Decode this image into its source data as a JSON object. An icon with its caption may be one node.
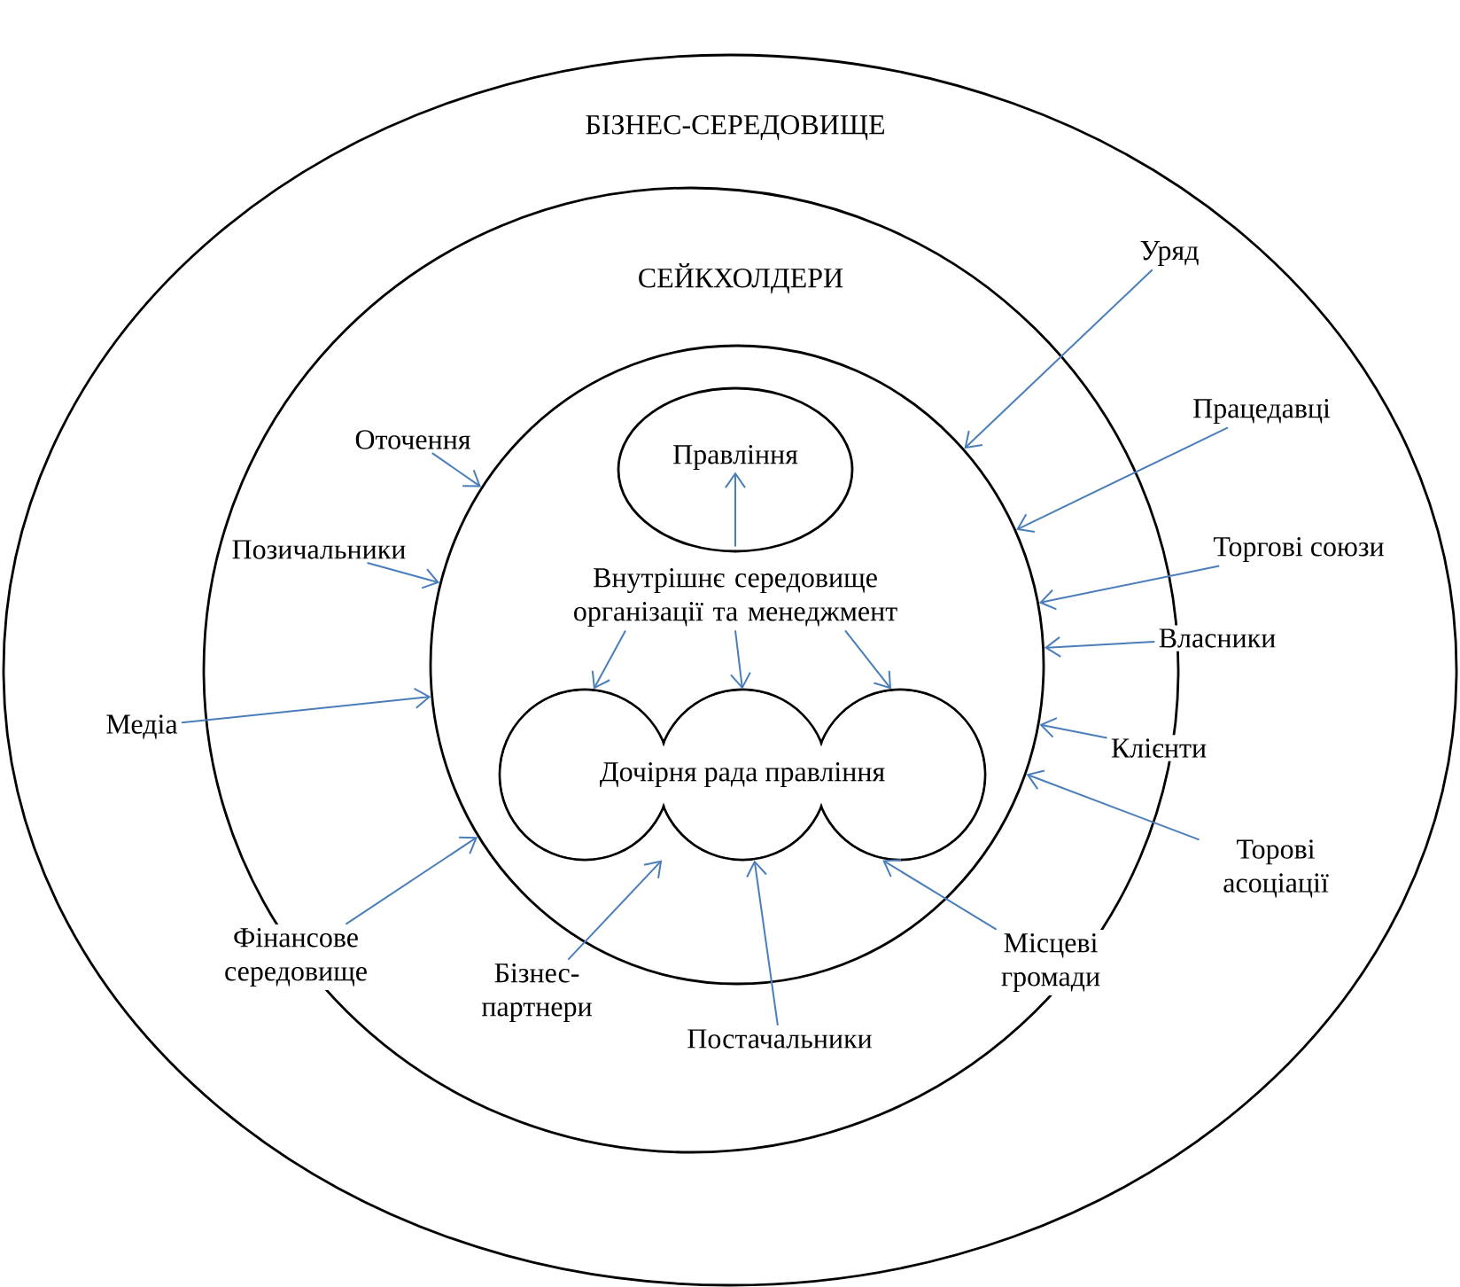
{
  "diagram": {
    "nodes": [
      {
        "text": [
          "БІЗНЕС-СЕРЕДОВИЩЕ"
        ]
      },
      {
        "text": [
          "СЕЙКХОЛДЕРИ"
        ],
        "in": 0
      },
      {
        "text": [],
        "shape": "circle",
        "in": 1
      },
      {
        "text": [
          "Правління"
        ],
        "in": 2
      },
      {
        "text": [
          "Внутрішнє середовище організації та менеджмент"
        ],
        "in": 2
      },
      {
        "text": [
          "Дочірня рада правління"
        ],
        "in": 2
      },
      {
        "text": [
          "Уряд"
        ],
        "in": 0
      },
      {
        "text": [
          "Працедавці"
        ],
        "in": 0
      },
      {
        "text": [
          "Торгові союзи"
        ],
        "in": 0
      },
      {
        "text": [
          "Власники"
        ],
        "in": 0
      },
      {
        "text": [
          "Клієнти"
        ],
        "in": 0
      },
      {
        "text": [
          "Торові асоціації"
        ],
        "in": 0
      },
      {
        "text": [
          "Місцеві громади"
        ],
        "in": 1
      },
      {
        "text": [
          "Постачальники"
        ],
        "in": 1
      },
      {
        "text": [
          "Бізнес-партнери"
        ],
        "in": 1
      },
      {
        "text": [
          "Фінансове середовище"
        ],
        "in": 0
      },
      {
        "text": [
          "Медіа"
        ],
        "in": 0
      },
      {
        "text": [
          "Позичальники"
        ],
        "in": 1
      },
      {
        "text": [
          "Оточення"
        ],
        "in": 1
      }
    ],
    "edges": [
      {
        "from": 4,
        "to": 3,
        "arrow": "to"
      },
      {
        "from": 4,
        "to": 5,
        "arrow": "to"
      },
      {
        "from": 4,
        "to": 5,
        "arrow": "to"
      },
      {
        "from": 4,
        "to": 5,
        "arrow": "to"
      },
      {
        "from": 6,
        "to": 2,
        "arrow": "to"
      },
      {
        "from": 7,
        "to": 2,
        "arrow": "to"
      },
      {
        "from": 8,
        "to": 2,
        "arrow": "to"
      },
      {
        "from": 9,
        "to": 2,
        "arrow": "to"
      },
      {
        "from": 10,
        "to": 2,
        "arrow": "to"
      },
      {
        "from": 11,
        "to": 2,
        "arrow": "to"
      },
      {
        "from": 12,
        "to": 5,
        "arrow": "to"
      },
      {
        "from": 13,
        "to": 5,
        "arrow": "to"
      },
      {
        "from": 14,
        "to": 5,
        "arrow": "to"
      },
      {
        "from": 15,
        "to": 2,
        "arrow": "to"
      },
      {
        "from": 16,
        "to": 2,
        "arrow": "to"
      },
      {
        "from": 17,
        "to": 2,
        "arrow": "to"
      },
      {
        "from": 18,
        "to": 2,
        "arrow": "to"
      }
    ]
  }
}
